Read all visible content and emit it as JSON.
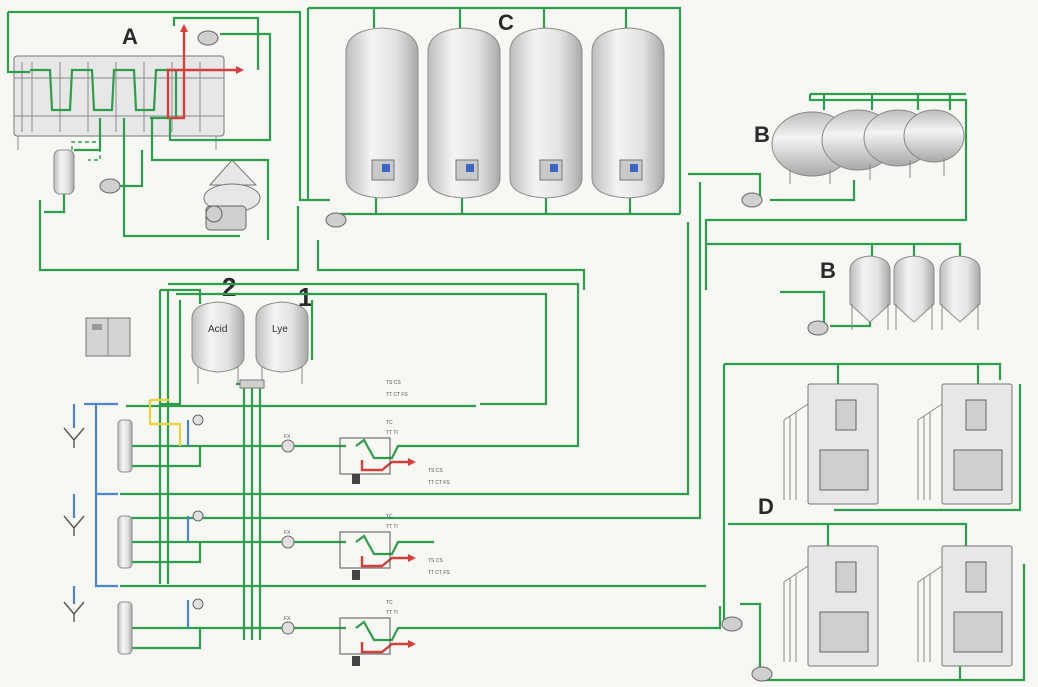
{
  "labels": {
    "section_a": "A",
    "section_b_top": "B",
    "section_b_bottom": "B",
    "section_c": "C",
    "section_d": "D",
    "tank_2": "2",
    "tank_1": "1",
    "acid": "Acid",
    "lye": "Lye"
  },
  "instruments": {
    "row1_top": "TS  CS",
    "row1_mid": "TT  CT  FS",
    "row1_tc": "TC",
    "row1_tt": "TT   TI",
    "row1_bottom_1": "TS  CS",
    "row1_bottom_2": "TT  CT  FS",
    "row2_tc": "TC",
    "row2_tt": "TT   TI",
    "row2_bottom_1": "TS  CS",
    "row2_bottom_2": "TT  CT  FS",
    "row3_tc": "TC",
    "row3_tt": "TT   TI",
    "fx1": "FX",
    "fx2": "FX",
    "fx3": "FX"
  },
  "colors": {
    "pipe_green": "#2e9d4c",
    "pipe_blue": "#4d86c9",
    "pipe_yellow": "#e8d43a",
    "pipe_red": "#d6403c"
  }
}
